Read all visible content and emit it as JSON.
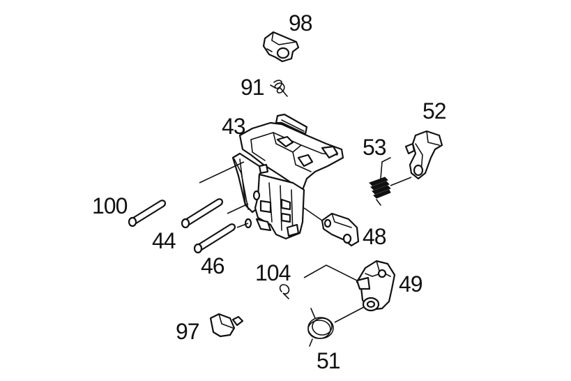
{
  "parts": [
    {
      "id": "98",
      "label": "98",
      "icon": "lever-cap-icon"
    },
    {
      "id": "91",
      "label": "91",
      "icon": "small-spring-icon"
    },
    {
      "id": "43",
      "label": "43",
      "icon": "trigger-housing-icon"
    },
    {
      "id": "52",
      "label": "52",
      "icon": "sear-part-icon"
    },
    {
      "id": "53",
      "label": "53",
      "icon": "coil-spring-icon"
    },
    {
      "id": "100",
      "label": "100",
      "icon": "pin-icon"
    },
    {
      "id": "44",
      "label": "44",
      "icon": "pin-icon"
    },
    {
      "id": "46",
      "label": "46",
      "icon": "pin-icon"
    },
    {
      "id": "48",
      "label": "48",
      "icon": "link-plate-icon"
    },
    {
      "id": "104",
      "label": "104",
      "icon": "clip-icon"
    },
    {
      "id": "49",
      "label": "49",
      "icon": "hammer-part-icon"
    },
    {
      "id": "97",
      "label": "97",
      "icon": "plunger-icon"
    },
    {
      "id": "51",
      "label": "51",
      "icon": "torsion-spring-icon"
    }
  ]
}
